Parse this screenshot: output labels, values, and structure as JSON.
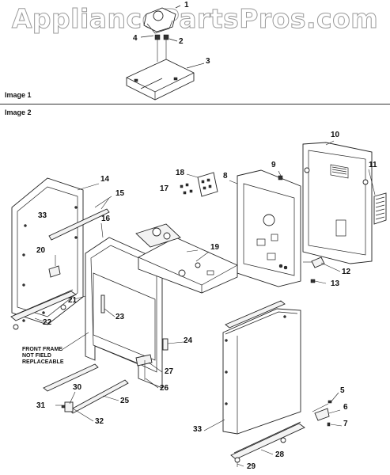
{
  "watermark": "AppliancePartsPros.com",
  "sections": {
    "image1_label": "Image 1",
    "image2_label": "Image 2"
  },
  "note": "FRONT FRAME\nNOT FIELD\nREPLACEABLE",
  "callouts": {
    "img1": [
      "1",
      "4",
      "2",
      "3"
    ],
    "img2": [
      "10",
      "9",
      "11",
      "18",
      "8",
      "17",
      "14",
      "15",
      "33",
      "16",
      "19",
      "20",
      "12",
      "13",
      "21",
      "23",
      "22",
      "24",
      "27",
      "26",
      "30",
      "25",
      "31",
      "32",
      "5",
      "6",
      "7",
      "33",
      "28",
      "29"
    ]
  }
}
